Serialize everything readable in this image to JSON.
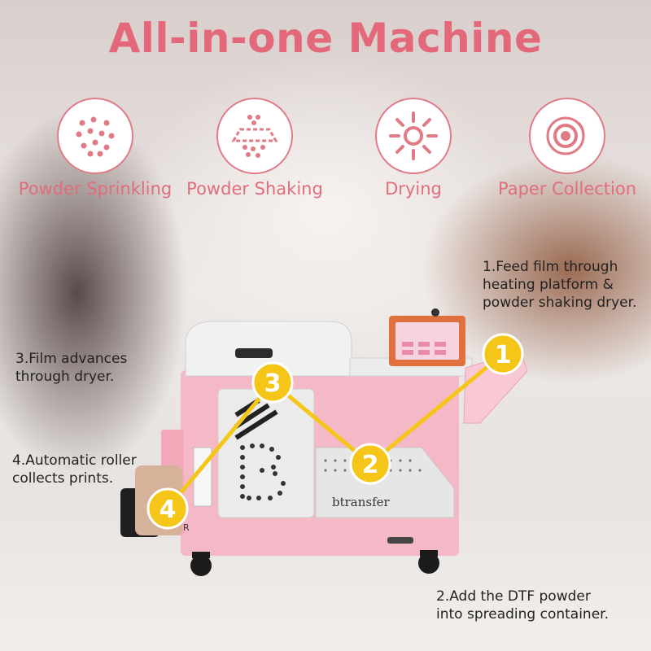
{
  "title": "All-in-one Machine",
  "features": [
    {
      "label": "Powder Sprinkling",
      "icon": "powder-sprinkling-icon"
    },
    {
      "label": "Powder Shaking",
      "icon": "powder-shaking-icon"
    },
    {
      "label": "Drying",
      "icon": "sun-drying-icon"
    },
    {
      "label": "Paper Collection",
      "icon": "paper-roll-icon"
    }
  ],
  "notes": {
    "step1": [
      "1.Feed film through",
      "heating platform &",
      "powder shaking dryer."
    ],
    "step2": [
      "2.Add the DTF powder",
      "into spreading container."
    ],
    "step3": [
      "3.Film advances",
      "through dryer."
    ],
    "step4": [
      "4.Automatic roller",
      "collects prints."
    ]
  },
  "markers": [
    "1",
    "2",
    "3",
    "4"
  ],
  "machine": {
    "brand": "btransfer",
    "roller_letter": "R"
  },
  "colors": {
    "accent": "#e3697a",
    "marker": "#f5c518",
    "machine_body": "#f5b8c6"
  }
}
